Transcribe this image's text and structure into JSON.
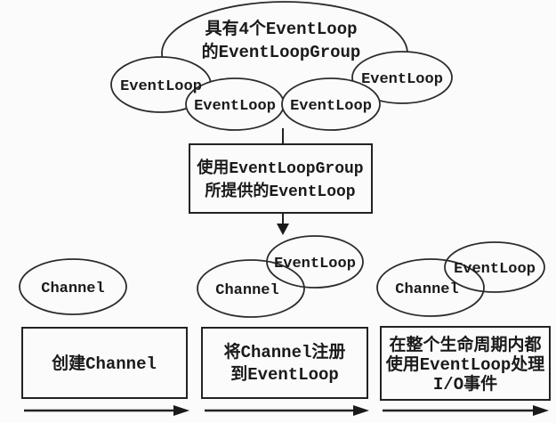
{
  "colors": {
    "background": "#fbfbfb",
    "stroke": "#2b2b2b",
    "text": "#1a1a1a"
  },
  "top_cluster": {
    "title_line1": "具有4个EventLoop",
    "title_line2": "的EventLoopGroup",
    "eventloop_labels": [
      "EventLoop",
      "EventLoop",
      "EventLoop",
      "EventLoop"
    ]
  },
  "provider_box": {
    "line1": "使用EventLoopGroup",
    "line2": "所提供的EventLoop"
  },
  "stages": [
    {
      "channel_label": "Channel",
      "box_lines": [
        "创建Channel"
      ]
    },
    {
      "eventloop_label": "EventLoop",
      "channel_label": "Channel",
      "box_lines": [
        "将Channel注册",
        "到EventLoop"
      ]
    },
    {
      "eventloop_label": "EventLoop",
      "channel_label": "Channel",
      "box_lines": [
        "在整个生命周期内都",
        "使用EventLoop处理",
        "I/O事件"
      ]
    }
  ]
}
